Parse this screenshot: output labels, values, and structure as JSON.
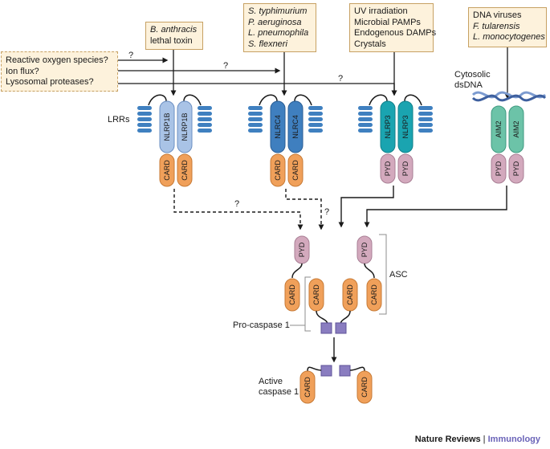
{
  "stimuli": {
    "anthrax": [
      "B. anthracis",
      "lethal toxin"
    ],
    "nlrc4": [
      "S. typhimurium",
      "P. aeruginosa",
      "L. pneumophila",
      "S. flexneri"
    ],
    "nlrp3": [
      "UV irradiation",
      "Microbial PAMPs",
      "Endogenous DAMPs",
      "Crystals"
    ],
    "aim2": [
      "DNA viruses",
      "F. tularensis",
      "L. monocytogenes"
    ],
    "left": [
      "Reactive oxygen species?",
      "Ion flux?",
      "Lysosomal proteases?"
    ]
  },
  "labels": {
    "lrrs": "LRRs",
    "cytosolic": [
      "Cytosolic",
      "dsDNA"
    ],
    "asc": "ASC",
    "pro_caspase": "Pro-caspase 1",
    "active_caspase": [
      "Active",
      "caspase 1"
    ],
    "question": "?"
  },
  "domains": {
    "nlrp1b": "NLRP1B",
    "nlrc4": "NLRC4",
    "nlrp3": "NLRP3",
    "aim2": "AIM2",
    "card": "CARD",
    "pyd": "PYD"
  },
  "footer": {
    "journal": "Nature Reviews",
    "separator": " | ",
    "section": "Immunology"
  },
  "colors": {
    "nlrp1b": "#a9c3e6",
    "nlrc4": "#3f7fbf",
    "nlrp3": "#1aa4b0",
    "aim2": "#6cc3a8",
    "card": "#f0a05a",
    "pyd": "#d3a9bd",
    "caspase": "#8a7dc0",
    "stimulus_box": "#fdf2dc"
  }
}
